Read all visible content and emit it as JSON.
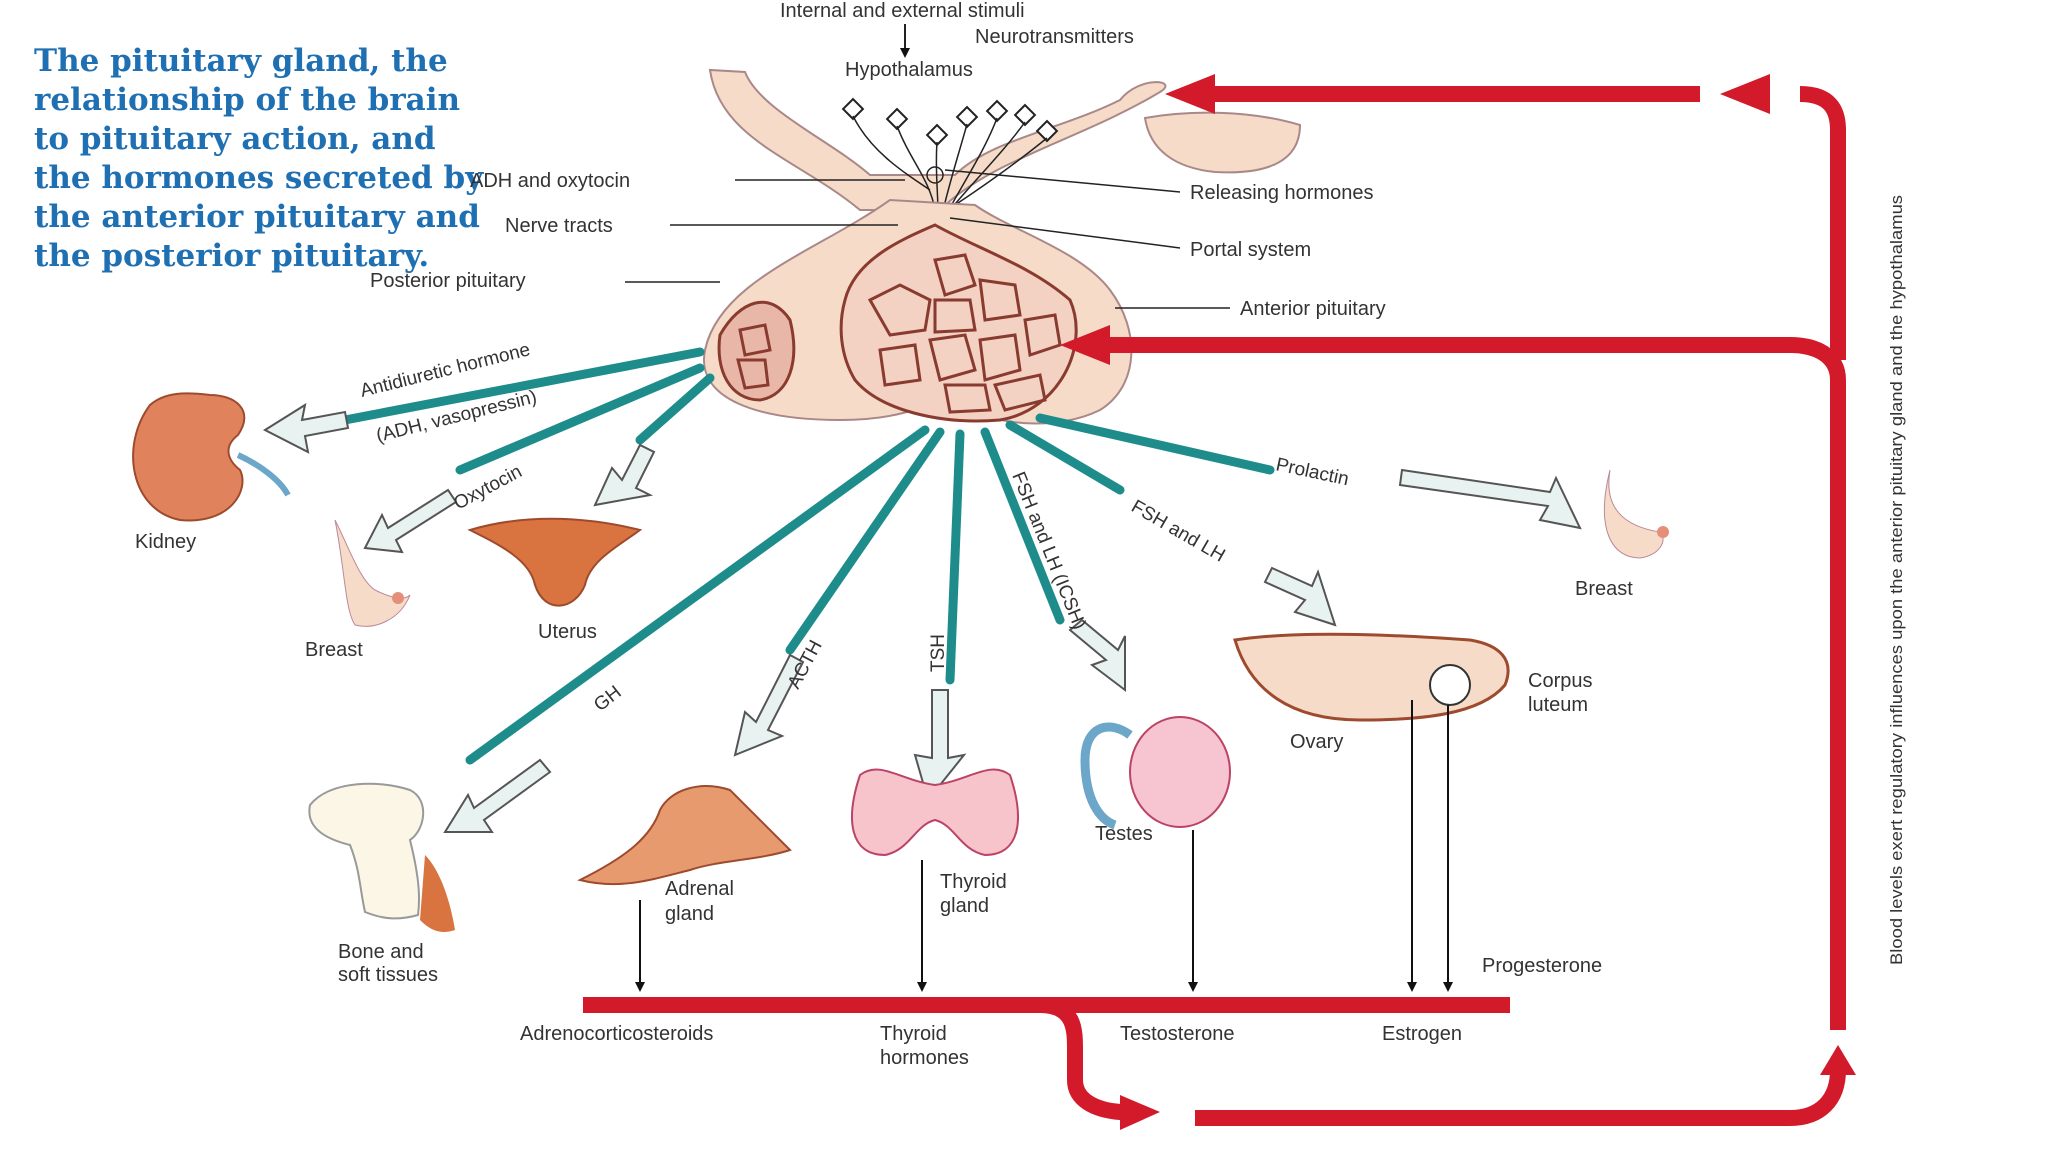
{
  "caption": "The pituitary gland, the relationship of the brain to pituitary action, and the hormones secreted by the anterior pituitary and the posterior pituitary.",
  "colors": {
    "caption": "#1f6fb3",
    "feedback": "#d31a2a",
    "hormone_path": "#1f8c8c",
    "tissue": "#f6dcc8"
  },
  "top": {
    "stimuli": "Internal and external stimuli",
    "neuro": "Neurotransmitters",
    "hypothalamus": "Hypothalamus"
  },
  "structures": {
    "adh_oxytocin": "ADH and oxytocin",
    "nerve_tracts": "Nerve tracts",
    "posterior": "Posterior pituitary",
    "releasing": "Releasing hormones",
    "portal": "Portal system",
    "anterior": "Anterior pituitary"
  },
  "hormones": {
    "adh_1": "Antidiuretic hormone",
    "adh_2": "(ADH, vasopressin)",
    "oxytocin": "Oxytocin",
    "prolactin": "Prolactin",
    "fsh_lh": "FSH and LH",
    "fsh_lh_icsh": "FSH and LH (ICSH)",
    "tsh": "TSH",
    "acth": "ACTH",
    "gh": "GH"
  },
  "targets": {
    "kidney": "Kidney",
    "breast_left": "Breast",
    "uterus": "Uterus",
    "breast_right": "Breast",
    "corpus_1": "Corpus",
    "corpus_2": "luteum",
    "ovary": "Ovary",
    "testes": "Testes",
    "thyroid_1": "Thyroid",
    "thyroid_2": "gland",
    "adrenal_1": "Adrenal",
    "adrenal_2": "gland",
    "bone_1": "Bone and",
    "bone_2": "soft tissues"
  },
  "products": {
    "adreno": "Adrenocorticosteroids",
    "thyroid_h1": "Thyroid",
    "thyroid_h2": "hormones",
    "testosterone": "Testosterone",
    "estrogen": "Estrogen",
    "progesterone": "Progesterone"
  },
  "side_note": "Blood levels exert regulatory influences upon the anterior pituitary gland and the hypothalamus"
}
